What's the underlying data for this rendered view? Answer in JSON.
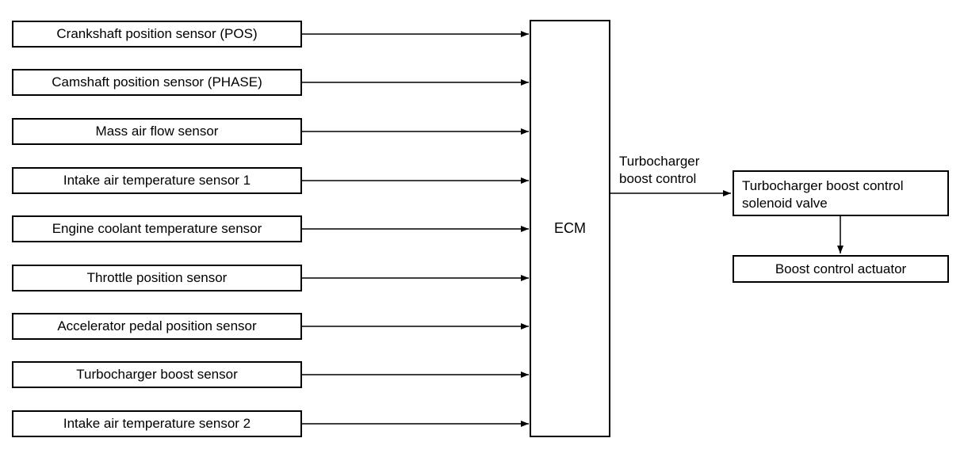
{
  "sensors": [
    "Crankshaft position sensor (POS)",
    "Camshaft position sensor (PHASE)",
    "Mass air flow sensor",
    "Intake air temperature sensor 1",
    "Engine coolant temperature sensor",
    "Throttle position sensor",
    "Accelerator pedal position sensor",
    "Turbocharger boost sensor",
    "Intake air temperature sensor 2"
  ],
  "ecm": {
    "label": "ECM"
  },
  "output_signal": {
    "line1": "Turbocharger",
    "line2": "boost control"
  },
  "solenoid": {
    "line1": "Turbocharger boost control",
    "line2": "solenoid valve"
  },
  "actuator": {
    "label": "Boost control actuator"
  }
}
